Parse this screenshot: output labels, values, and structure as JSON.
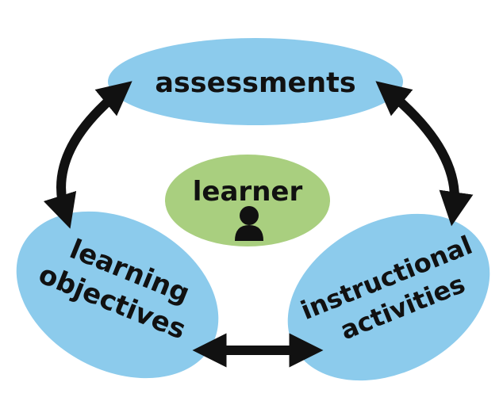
{
  "diagram": {
    "nodes": {
      "assessments": {
        "label": "assessments"
      },
      "learner": {
        "label": "learner"
      },
      "learning_objectives": {
        "line1": "learning",
        "line2": "objectives"
      },
      "instructional_activities": {
        "line1": "instructional",
        "line2": "activities"
      }
    },
    "icons": {
      "learner": "person-icon"
    },
    "colors": {
      "node_blue": "#8ccbec",
      "learner_green": "#a9cf7f",
      "arrow": "#111111",
      "text": "#111111",
      "background": "#ffffff"
    },
    "connections": [
      {
        "from": "assessments",
        "to": "learning_objectives",
        "direction": "both"
      },
      {
        "from": "assessments",
        "to": "instructional_activities",
        "direction": "both"
      },
      {
        "from": "learning_objectives",
        "to": "instructional_activities",
        "direction": "both"
      }
    ]
  }
}
